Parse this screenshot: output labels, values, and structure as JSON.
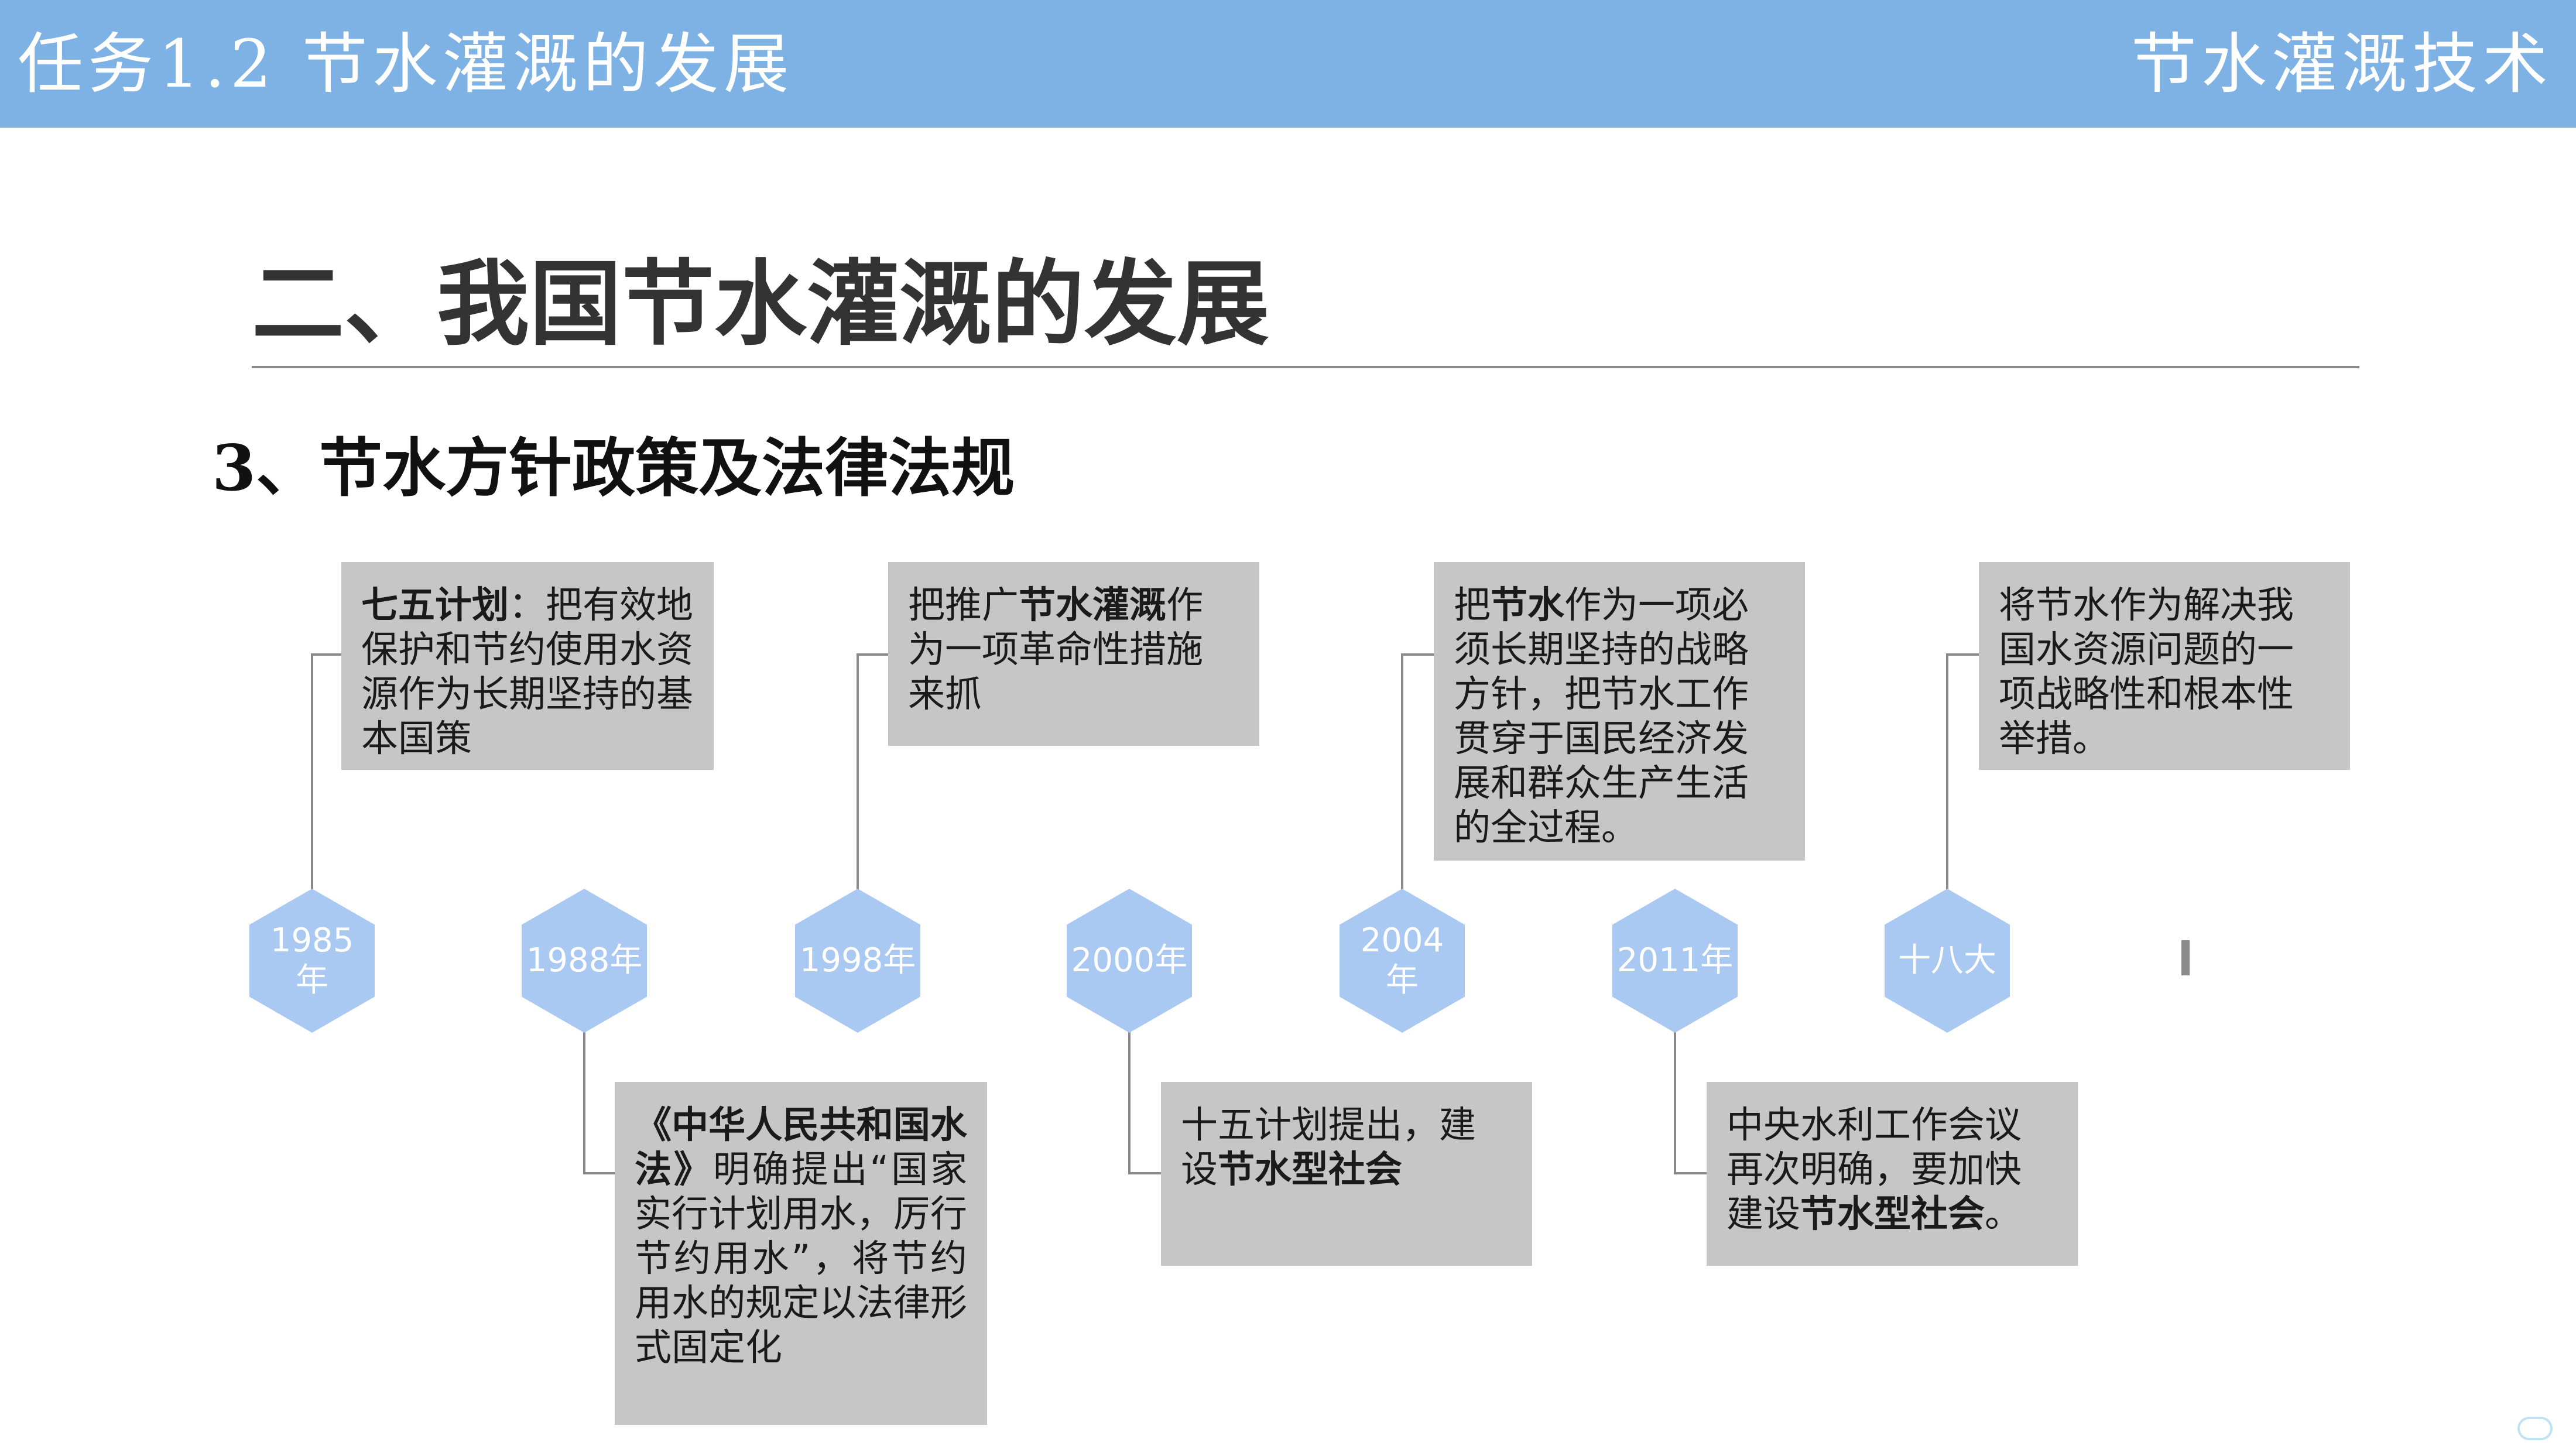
{
  "header": {
    "left_title": "任务1.2    节水灌溉的发展",
    "right_title": "节水灌溉技术"
  },
  "section_title": "二、我国节水灌溉的发展",
  "sub_title": {
    "number": "3",
    "text": "、节水方针政策及法律法规"
  },
  "timeline": [
    {
      "label_line1": "1985",
      "label_line2": "年"
    },
    {
      "label_line1": "1988年",
      "label_line2": ""
    },
    {
      "label_line1": "1998年",
      "label_line2": ""
    },
    {
      "label_line1": "2000年",
      "label_line2": ""
    },
    {
      "label_line1": "2004",
      "label_line2": "年"
    },
    {
      "label_line1": "2011年",
      "label_line2": ""
    },
    {
      "label_line1": "十八大",
      "label_line2": ""
    }
  ],
  "boxes": {
    "b1985": {
      "bold": "七五计划",
      "text": "：把有效地保护和节约使用水资源作为长期坚持的基本国策"
    },
    "b1988": {
      "bold": "《中华人民共和国水法》",
      "text": "明确提出“国家实行计划用水，厉行节约用水”，将节约用水的规定以法律形式固定化"
    },
    "b1998": {
      "pre": "把推广",
      "bold": "节水灌溉",
      "post": "作为一项革命性措施来抓"
    },
    "b2000": {
      "pre": "十五计划提出，建设",
      "bold": "节水型社会"
    },
    "b2004": {
      "pre": "把",
      "bold": "节水",
      "post": "作为一项必须长期坚持的战略方针，把节水工作贯穿于国民经济发展和群众生产生活的全过程。"
    },
    "b2011": {
      "pre": "中央水利工作会议再次明确，要加快建设",
      "bold": "节水型社会",
      "post": "。"
    },
    "b18": {
      "text": "将节水作为解决我国水资源问题的一项战略性和根本性举措。"
    }
  },
  "colors": {
    "header": "#7eb1e4",
    "hexagon": "#a9c8f2",
    "box": "#c6c6c6",
    "connector": "#8a8a8a"
  }
}
